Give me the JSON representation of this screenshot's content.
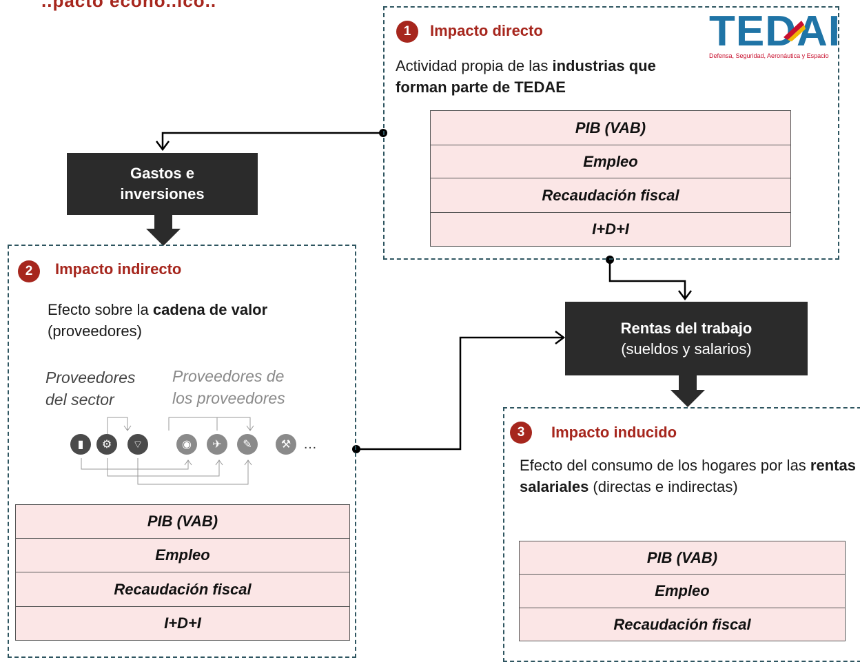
{
  "header": {
    "title_fragment": "..pacto econó..ico.."
  },
  "logo": {
    "text": "TEDAE",
    "tagline": "Defensa, Seguridad, Aeronáutica y Espacio"
  },
  "direct": {
    "number": "1",
    "title": "Impacto directo",
    "desc_prefix": "Actividad propia de las ",
    "desc_bold": "industrias que forman parte de TEDAE",
    "metrics": [
      "PIB (VAB)",
      "Empleo",
      "Recaudación fiscal",
      "I+D+I"
    ]
  },
  "expenses": {
    "line1": "Gastos e",
    "line2": "inversiones"
  },
  "indirect": {
    "number": "2",
    "title": "Impacto indirecto",
    "desc_prefix": "Efecto sobre la ",
    "desc_bold": "cadena de valor",
    "desc_suffix": "(proveedores)",
    "suppliers_label_1a": "Proveedores",
    "suppliers_label_1b": "del sector",
    "suppliers_label_2a": "Proveedores de",
    "suppliers_label_2b": "los proveedores",
    "ellipsis": "…",
    "metrics": [
      "PIB (VAB)",
      "Empleo",
      "Recaudación fiscal",
      "I+D+I"
    ]
  },
  "labour": {
    "title": "Rentas del trabajo",
    "subtitle": "(sueldos y salarios)"
  },
  "induced": {
    "number": "3",
    "title": "Impacto inducido",
    "desc_prefix": "Efecto del consumo de los hogares por las ",
    "desc_bold": "rentas salariales",
    "desc_suffix": " (directas e indirectas)",
    "metrics": [
      "PIB (VAB)",
      "Empleo",
      "Recaudación fiscal"
    ]
  },
  "icons": [
    "shopping-bag-icon",
    "gears-icon",
    "satellite-dish-icon",
    "helmet-icon",
    "airplane-icon",
    "tools-icon",
    "wrench-pipe-icon"
  ],
  "colors": {
    "accent": "#a6261d",
    "dark_box": "#2b2b2b",
    "metric_fill": "#fbe6e6",
    "dash_border": "#2e5560",
    "logo": "#1f74a6"
  }
}
